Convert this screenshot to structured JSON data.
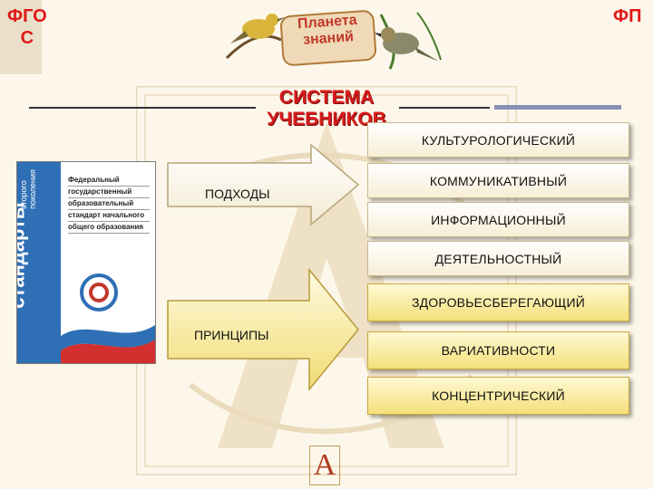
{
  "corner_left": {
    "line1": "ФГО",
    "line2": "С"
  },
  "corner_right": "ФП",
  "logo": {
    "line1": "Планета",
    "line2": "знаний"
  },
  "title": {
    "line1": "СИСТЕМА",
    "line2": "УЧЕБНИКОВ"
  },
  "book": {
    "spine_title": "стандарты",
    "spine_subtitle": [
      "второго",
      "поколения"
    ],
    "lines": [
      "Федеральный",
      "государственный",
      "образовательный",
      "стандарт начального",
      "общего образования"
    ]
  },
  "arrows": {
    "approaches_label": "ПОДХОДЫ",
    "principles_label": "ПРИНЦИПЫ"
  },
  "approaches": [
    "КУЛЬТУРОЛОГИЧЕСКИЙ",
    "КОММУНИКАТИВНЫЙ",
    "ИНФОРМАЦИОННЫЙ",
    "ДЕЯТЕЛЬНОСТНЫЙ"
  ],
  "principles": [
    "ЗДОРОВЬЕСБЕРЕГАЮЩИЙ",
    "ВАРИАТИВНОСТИ",
    "КОНЦЕНТРИЧЕСКИЙ"
  ],
  "watermark_letter": "А",
  "colors": {
    "title_red": "#d81b1b",
    "yellow_box": "#f4e07a",
    "book_blue": "#2f6fb5"
  }
}
